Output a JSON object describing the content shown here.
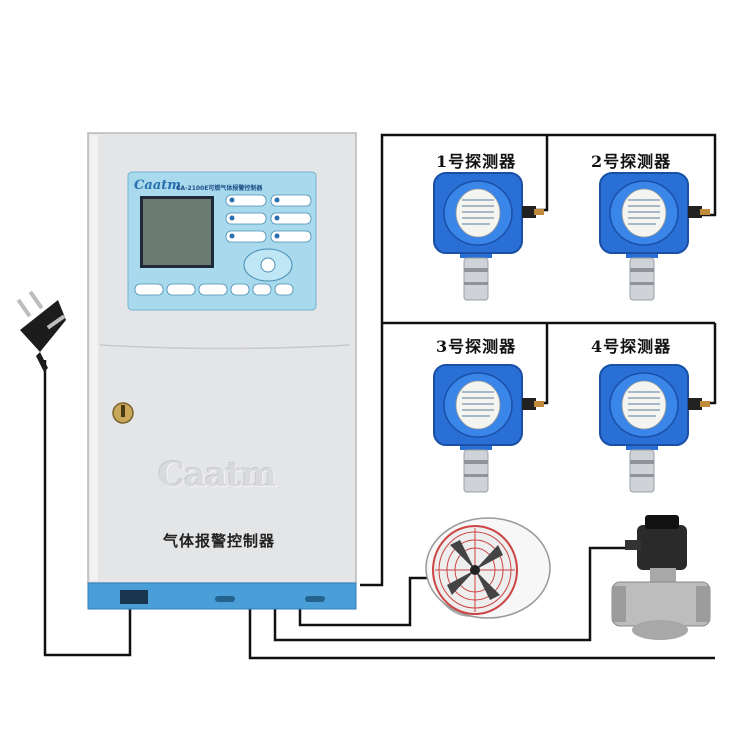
{
  "controller": {
    "brand": "Caatm",
    "model_line": "CA-2100E可燃气体报警控制器",
    "title": "气体报警控制器",
    "watermark": "Caatm"
  },
  "detectors": [
    {
      "label": "1号探测器"
    },
    {
      "label": "2号探测器"
    },
    {
      "label": "3号探测器"
    },
    {
      "label": "4号探测器"
    }
  ],
  "devices": [
    "plug-icon",
    "exhaust-fan-icon",
    "solenoid-valve-icon"
  ],
  "colors": {
    "cabinet": "#e4e5e7",
    "cabinet_base": "#4a9fd8",
    "panel": "#a9d9ec",
    "detector_body": "#2a6fd6",
    "wire": "#111111"
  }
}
